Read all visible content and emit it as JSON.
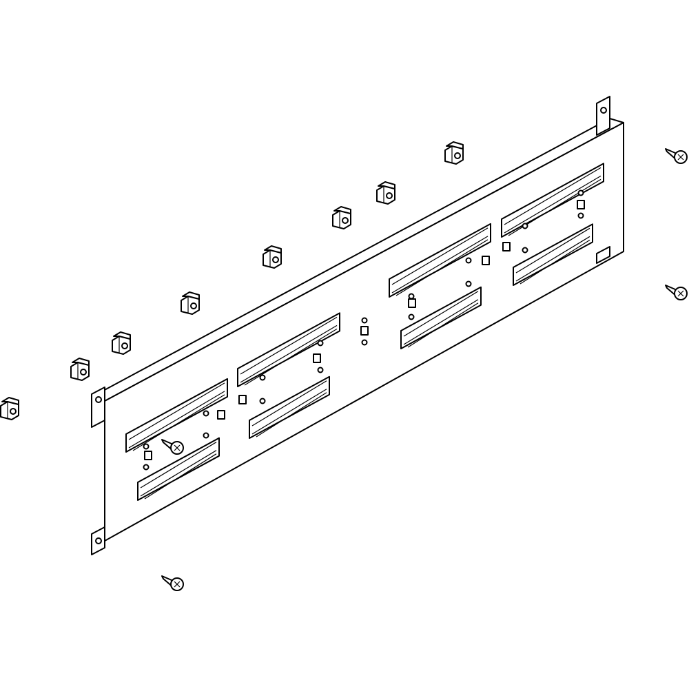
{
  "drawing": {
    "line_color": "#000000",
    "background": "#ffffff",
    "parts": [
      "mounting-plate",
      "cage-nut",
      "self-tapping-screw"
    ]
  }
}
